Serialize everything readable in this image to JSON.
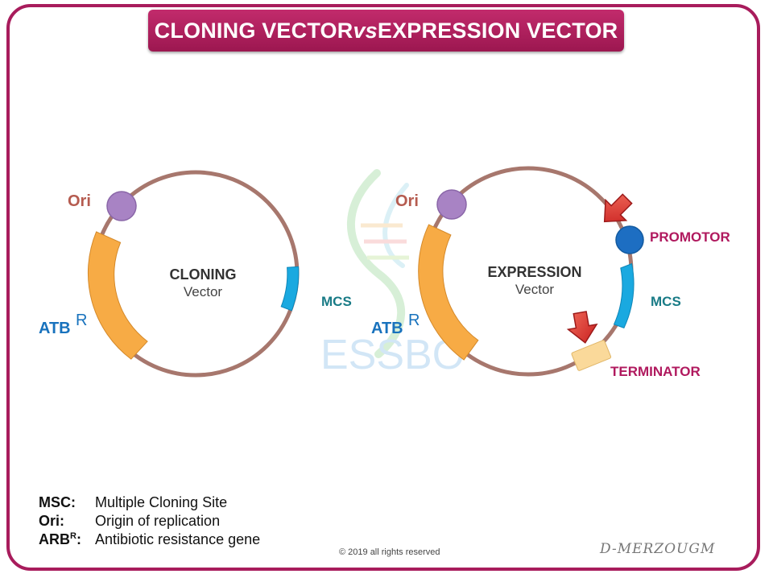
{
  "title": {
    "main_left": "CLONING VECTOR ",
    "vs": "vs",
    "main_right": " EXPRESSION VECTOR"
  },
  "cloning": {
    "center_title": "CLONING",
    "center_sub": "Vector",
    "ori_label": "Ori",
    "atb_label": "ATB",
    "atb_sup": "R",
    "mcs_label": "MCS"
  },
  "expression": {
    "center_title": "EXPRESSION",
    "center_sub": "Vector",
    "ori_label": "Ori",
    "atb_label": "ATB",
    "atb_sup": "R",
    "promotor_label": "PROMOTOR",
    "mcs_label": "MCS",
    "terminator_label": "TERMINATOR"
  },
  "watermark": "ESSBO",
  "legend": [
    {
      "key": "MSC:",
      "value": " Multiple Cloning Site"
    },
    {
      "key": "Ori:",
      "value": "Origin of replication"
    },
    {
      "key": "ARB",
      "key_sup": "R",
      "key_suffix": ":",
      "value": "Antibiotic resistance gene"
    }
  ],
  "copyright": "© 2019  all rights reserved",
  "colors": {
    "frame": "#a81c5c",
    "backbone": "#a7776d",
    "ori": "#a883c4",
    "atb": "#f7ab45",
    "mcs": "#1aa9e0",
    "promotor": "#1d6ec2",
    "terminator": "#fad99a",
    "arrow": "#e03a3a",
    "label_red": "#b55b4f",
    "label_blue": "#1872bd",
    "label_teal": "#197b86",
    "label_magenta": "#b0195e"
  }
}
